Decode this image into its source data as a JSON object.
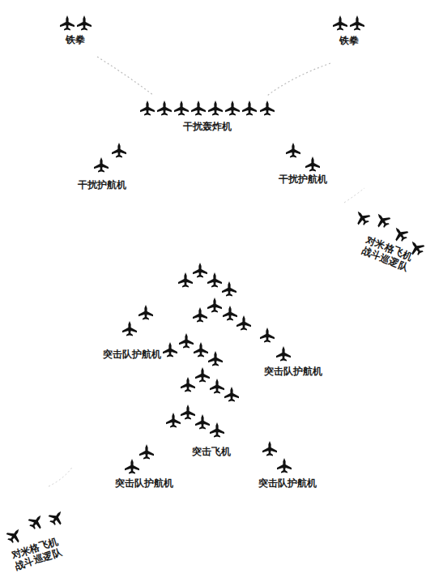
{
  "diagram": {
    "labels": [
      "铁拳",
      "铁拳",
      "干扰轰炸机",
      "干扰护航机",
      "干扰护航机",
      "对米格飞机 战斗巡逻队",
      "突击队护航机",
      "突击队护航机",
      "突击飞机",
      "突击队护航机",
      "突击队护航机",
      "对米格飞机 战斗巡逻队"
    ]
  }
}
